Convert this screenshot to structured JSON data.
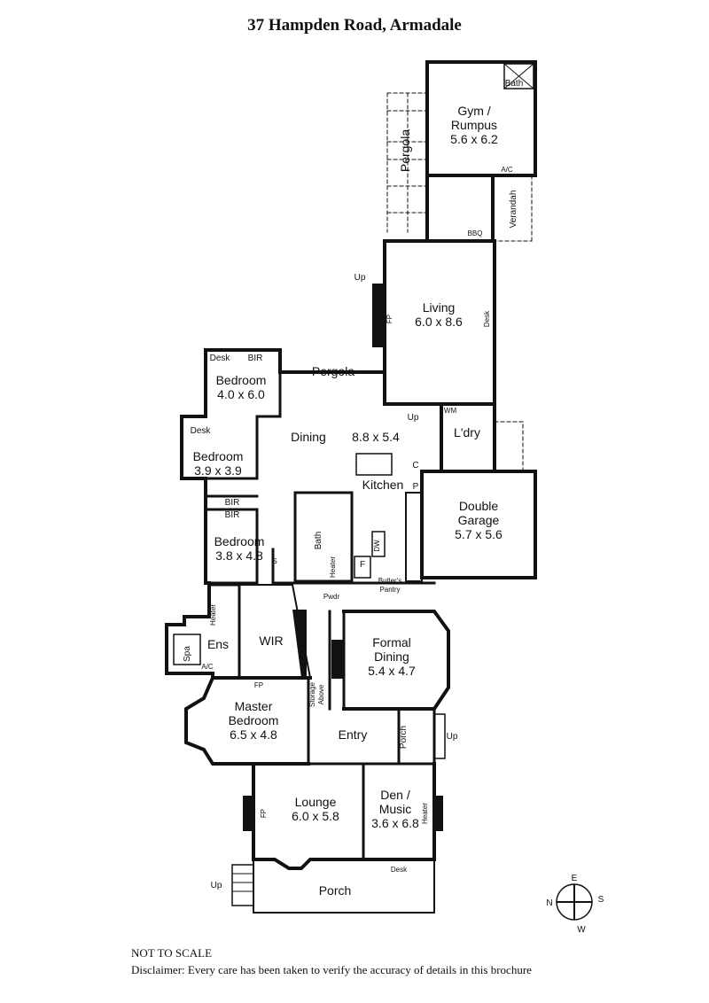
{
  "title": "37 Hampden Road, Armadale",
  "rooms": [
    {
      "name": "Gym /",
      "name2": "Rumpus",
      "size": "5.6 x 6.2"
    },
    {
      "name": "Living",
      "size": "6.0 x 8.6"
    },
    {
      "name": "Bedroom",
      "size": "4.0 x 6.0"
    },
    {
      "name": "Bedroom",
      "size": "3.9 x 3.9"
    },
    {
      "name": "Bedroom",
      "size": "3.8 x 4.8"
    },
    {
      "name": "Dining",
      "size": "8.8 x 5.4"
    },
    {
      "name": "Double",
      "name2": "Garage",
      "size": "5.7 x 5.6"
    },
    {
      "name": "Formal",
      "name2": "Dining",
      "size": "5.4 x 4.7"
    },
    {
      "name": "Master",
      "name2": "Bedroom",
      "size": "6.5 x 4.8"
    },
    {
      "name": "Lounge",
      "size": "6.0 x 5.8"
    },
    {
      "name": "Den /",
      "name2": "Music",
      "size": "3.6 x 6.8"
    }
  ],
  "labels": {
    "bath_gym": "Bath",
    "pergola_top": "Pergola",
    "ac_gym": "A/C",
    "verandah": "Verandah",
    "bbq": "BBQ",
    "up_living": "Up",
    "fp_living": "FP",
    "desk_living": "Desk",
    "up_dining": "Up",
    "desk_bed1": "Desk",
    "bir_bed1": "BIR",
    "pergola_mid": "Pergola",
    "wm": "WM",
    "laundry": "L'dry",
    "desk_bed2": "Desk",
    "kitchen": "Kitchen",
    "bir1": "BIR",
    "bir2": "BIR",
    "c": "C",
    "p": "P",
    "f": "F",
    "dw": "DW",
    "bath_main": "Bath",
    "heater_bath": "Heater",
    "s": "S",
    "butlers_pantry_1": "Butler's",
    "butlers_pantry_2": "Pantry",
    "pwdr": "Pwdr",
    "heater_ens": "Heater",
    "spa": "Spa",
    "ens": "Ens",
    "ac_ens": "A/C",
    "wir": "WIR",
    "fp_master": "FP",
    "storage_1": "Storage",
    "storage_2": "Above",
    "entry": "Entry",
    "porch_side": "Porch",
    "up_side": "Up",
    "fp_lounge": "FP",
    "heater_den": "Heater",
    "desk_den": "Desk",
    "up_porch": "Up",
    "porch_front": "Porch"
  },
  "compass": {
    "n": "N",
    "e": "E",
    "s": "S",
    "w": "W"
  },
  "footer": {
    "scale": "NOT TO SCALE",
    "disclaimer": "Disclaimer: Every care has been taken to verify the accuracy of details in this brochure"
  }
}
